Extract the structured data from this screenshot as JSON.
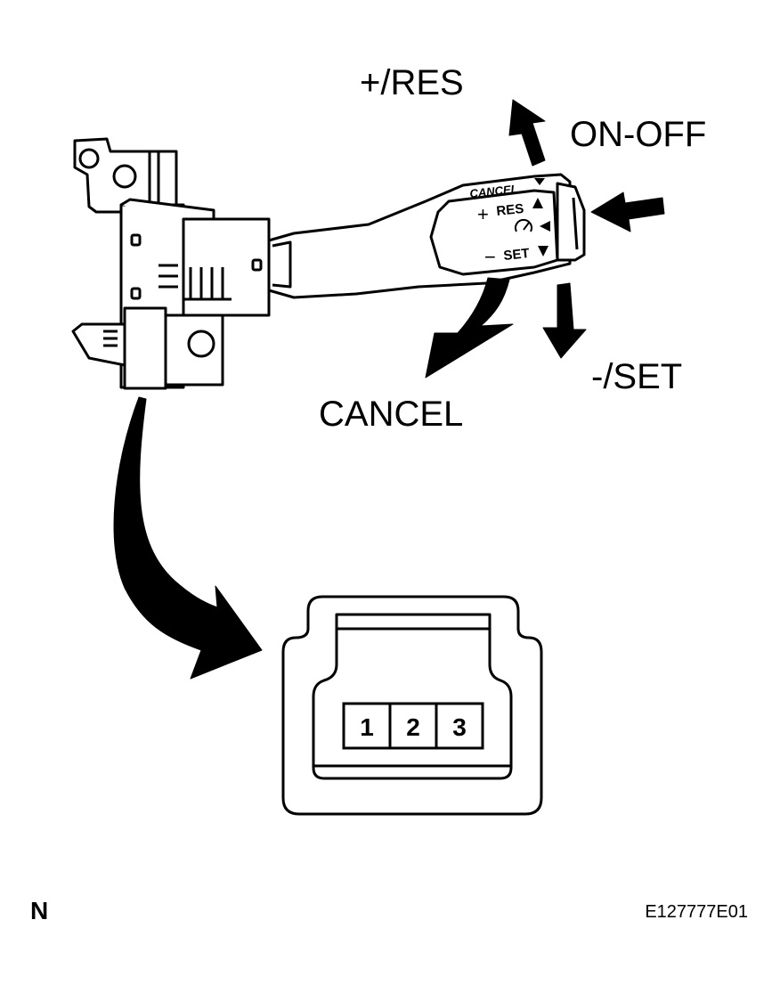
{
  "labels": {
    "res": "+/RES",
    "on_off": "ON-OFF",
    "set": "-/SET",
    "cancel": "CANCEL"
  },
  "lever_markings": {
    "cancel": "CANCEL",
    "plus": "+",
    "res": "RES",
    "minus": "−",
    "set": "SET"
  },
  "connector_pins": [
    "1",
    "2",
    "3"
  ],
  "footer": {
    "letter": "N",
    "figure_code": "E127777E01"
  },
  "icons": {
    "cruise_symbol": "speedometer-icon"
  }
}
